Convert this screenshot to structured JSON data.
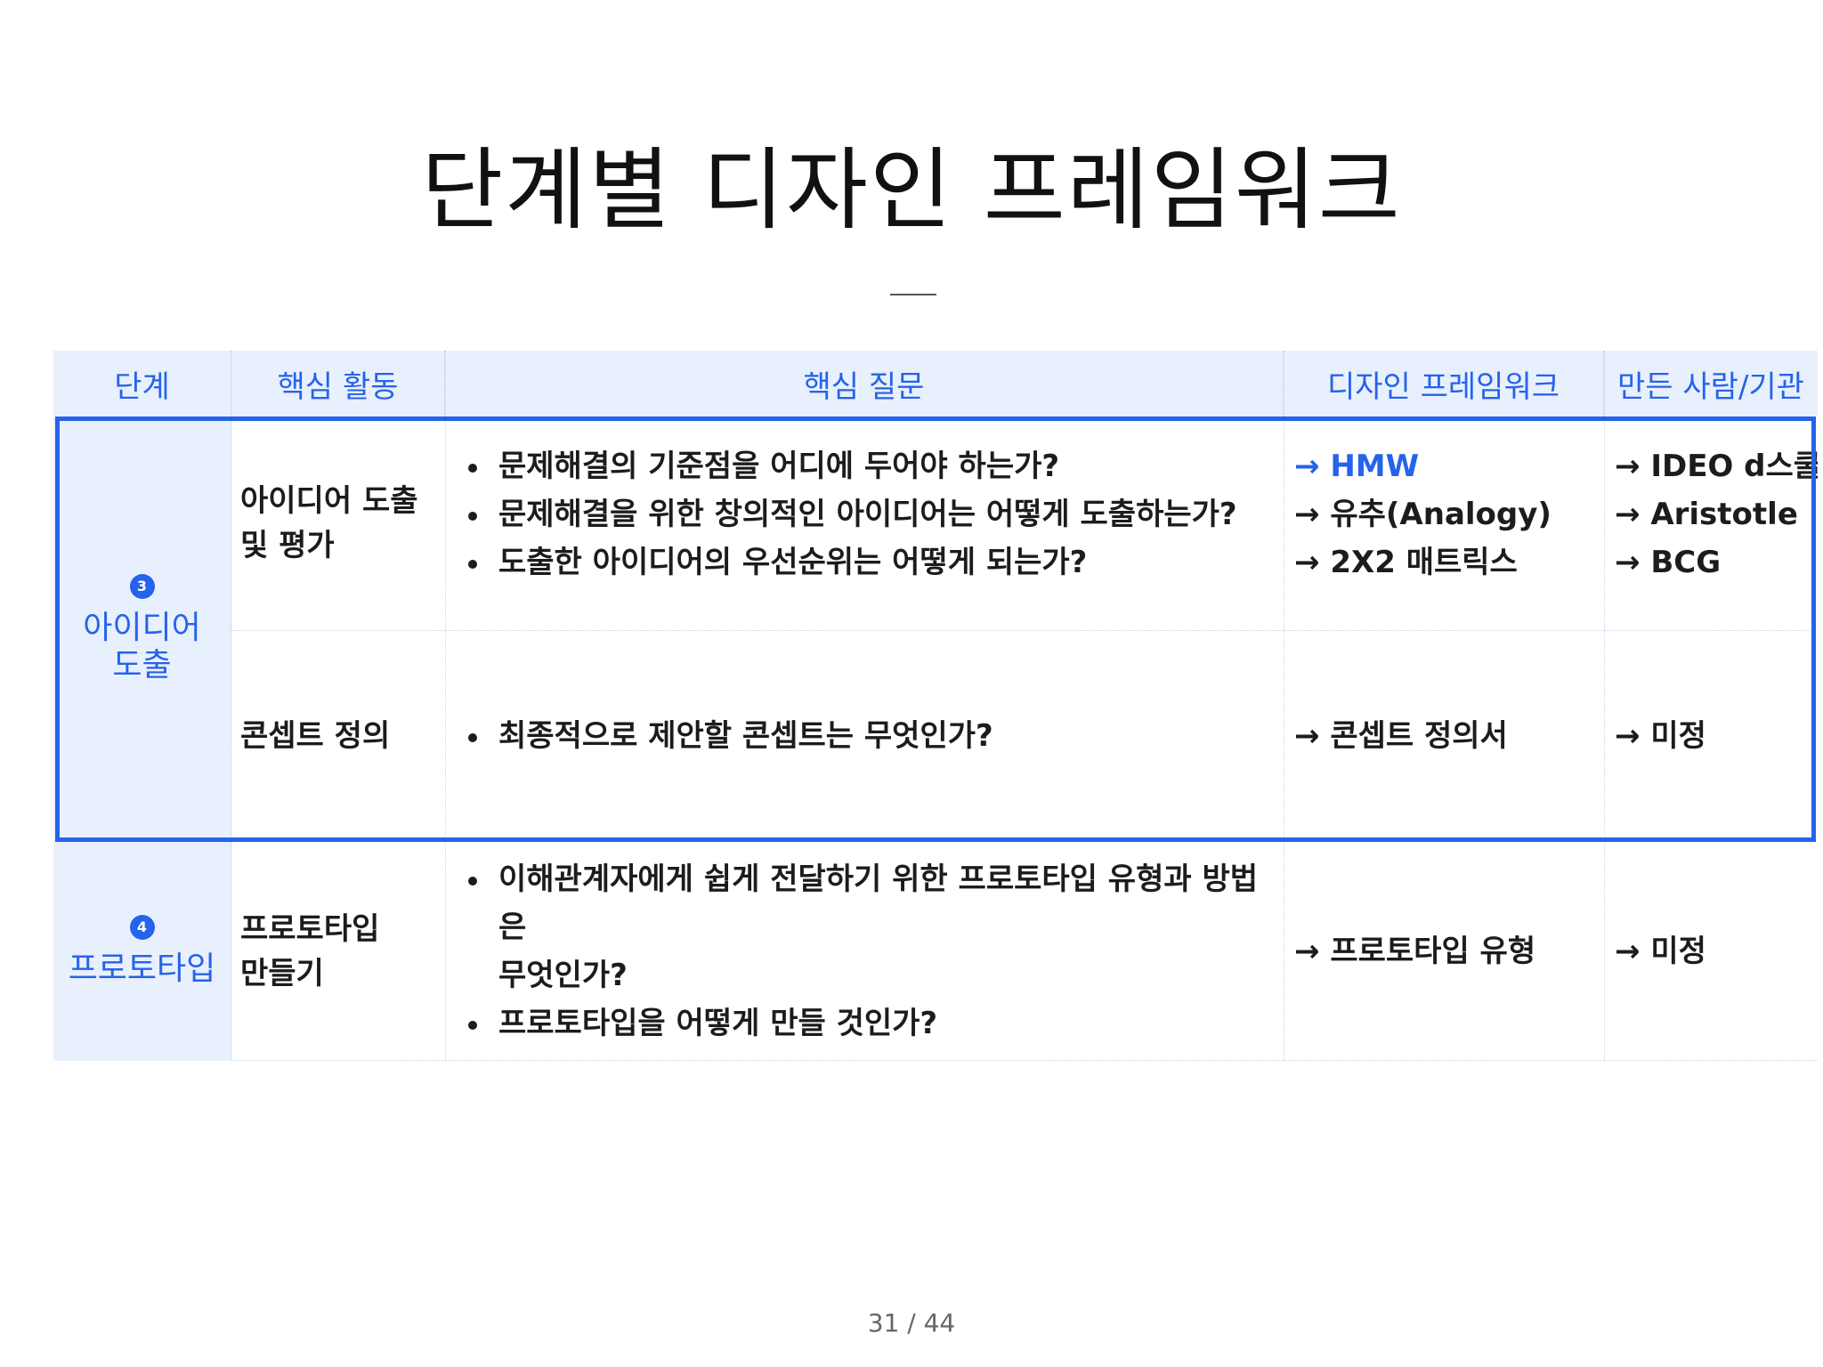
{
  "title": "단계별 디자인 프레임워크",
  "page_indicator": "31 / 44",
  "colors": {
    "accent": "#2563eb",
    "header_bg": "#e9f0fd",
    "frame": "#2563eb"
  },
  "table": {
    "headers": [
      "단계",
      "핵심 활동",
      "핵심 질문",
      "디자인 프레임워크",
      "만든 사람/기관"
    ],
    "stage3": {
      "number": "3",
      "name_line1": "아이디어",
      "name_line2": "도출",
      "rows": [
        {
          "activity_line1": "아이디어 도출",
          "activity_line2": "및 평가",
          "questions": [
            "문제해결의 기준점을 어디에 두어야 하는가?",
            "문제해결을 위한 창의적인 아이디어는 어떻게 도출하는가?",
            "도출한 아이디어의 우선순위는 어떻게 되는가?"
          ],
          "frameworks": [
            "→ HMW",
            "→ 유추(Analogy)",
            "→ 2X2 매트릭스"
          ],
          "makers": [
            "→ IDEO d스쿨",
            "→ Aristotle",
            "→ BCG"
          ]
        },
        {
          "activity_line1": "콘셉트 정의",
          "questions": [
            "최종적으로 제안할 콘셉트는 무엇인가?"
          ],
          "frameworks": [
            "→ 콘셉트 정의서"
          ],
          "makers": [
            "→ 미정"
          ]
        }
      ]
    },
    "stage4": {
      "number": "4",
      "name": "프로토타입",
      "row": {
        "activity_line1": "프로토타입",
        "activity_line2": "만들기",
        "question1_line1": "이해관계자에게 쉽게 전달하기 위한 프로토타입 유형과 방법은",
        "question1_line2": "무엇인가?",
        "question2": "프로토타입을 어떻게 만들 것인가?",
        "framework": "→ 프로토타입 유형",
        "maker": "→ 미정"
      }
    }
  }
}
